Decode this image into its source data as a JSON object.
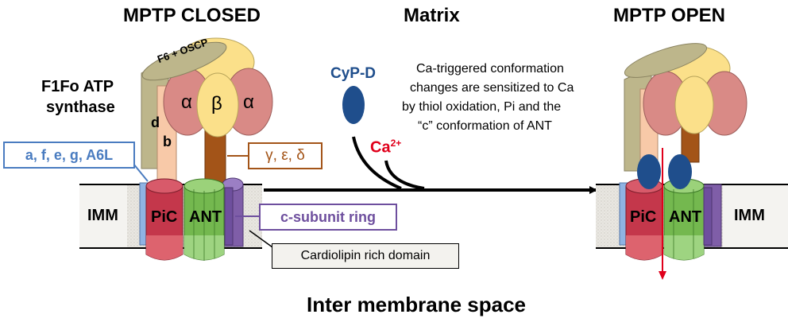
{
  "headers": {
    "closed": "MPTP  CLOSED",
    "matrix": "Matrix",
    "open": "MPTP  OPEN"
  },
  "labels": {
    "f1fo_line1": "F1Fo ATP",
    "f1fo_line2": "synthase",
    "f6_oscp": "F6 + OSCP",
    "alpha": "α",
    "beta": "β",
    "d": "d",
    "b": "b",
    "imm_left": "IMM",
    "imm_right": "IMM",
    "pic_left": "PiC",
    "ant_left": "ANT",
    "pic_right": "PiC",
    "ant_right": "ANT",
    "cyp_d": "CyP-D",
    "ca": "Ca",
    "ca_charge": "2+",
    "bottom": "Inter membrane space"
  },
  "note": {
    "line1": "Ca-triggered conformation",
    "line2": "changes are sensitized to Ca",
    "line3": "by thiol oxidation, Pi and the",
    "line4": "“c” conformation of ANT"
  },
  "boxes": {
    "subunits": "a, f, e, g, A6L",
    "gamma": "γ, ε, δ",
    "c_ring": "c-subunit ring",
    "cardiolipin": "Cardiolipin rich domain"
  },
  "colors": {
    "blue_text": "#4a7cc0",
    "brown": "#a35418",
    "purple": "#6e4f9e",
    "cypd": "#1f4e8c",
    "ca_red": "#e0001b",
    "pic": "#c4374b",
    "ant": "#74b84f",
    "alpha_pink": "#d98a86",
    "beta_yellow": "#fbe08a",
    "stator_tan": "#bdb68b",
    "stalk_peach": "#f8c9a8",
    "membrane": "#e6e4df"
  }
}
